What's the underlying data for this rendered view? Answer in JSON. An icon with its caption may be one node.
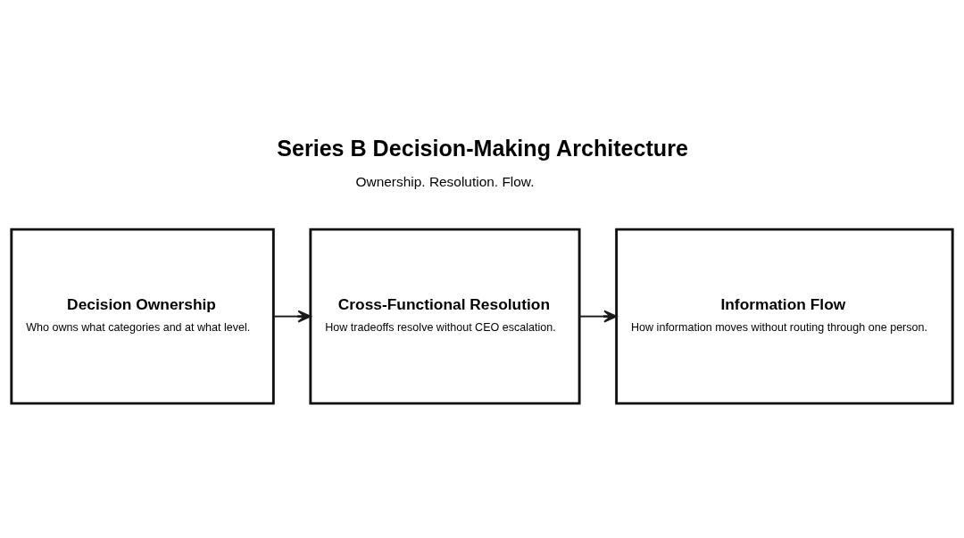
{
  "diagram": {
    "title": "Series B Decision-Making Architecture",
    "nodes": [
      {
        "text": [
          "Decision Ownership",
          "Who owns what categories and at what level."
        ]
      },
      {
        "text": [
          "Cross-Functional Resolution",
          "How tradeoffs resolve without CEO escalation."
        ]
      },
      {
        "text": [
          "Information Flow",
          "How information moves without routing through one person."
        ]
      }
    ],
    "edges": [
      {
        "from": 0,
        "to": 1,
        "arrow": "to"
      },
      {
        "from": 1,
        "to": 2,
        "arrow": "to"
      }
    ],
    "labels": [
      "Ownership. Resolution. Flow."
    ]
  }
}
